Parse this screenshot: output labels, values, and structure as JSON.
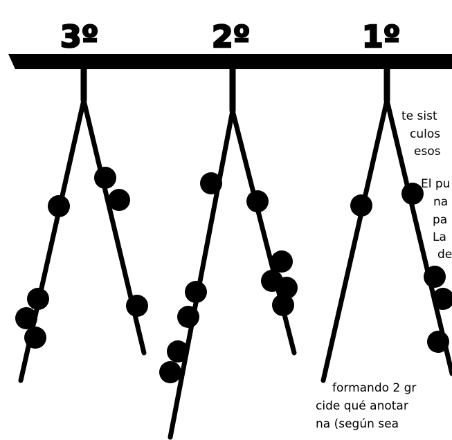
{
  "ordinals": [
    "3º",
    "2º",
    "1º"
  ],
  "text_right_top": [
    "te sist",
    "culos",
    "esos"
  ],
  "text_right_mid": [
    "El pu",
    "na",
    "pa",
    "La",
    "de"
  ],
  "text_bottom": [
    "formando 2 gr",
    "cide qué anotar",
    "na (según sea"
  ],
  "colors": {
    "ink": "#000000",
    "background": "#ffffff"
  }
}
